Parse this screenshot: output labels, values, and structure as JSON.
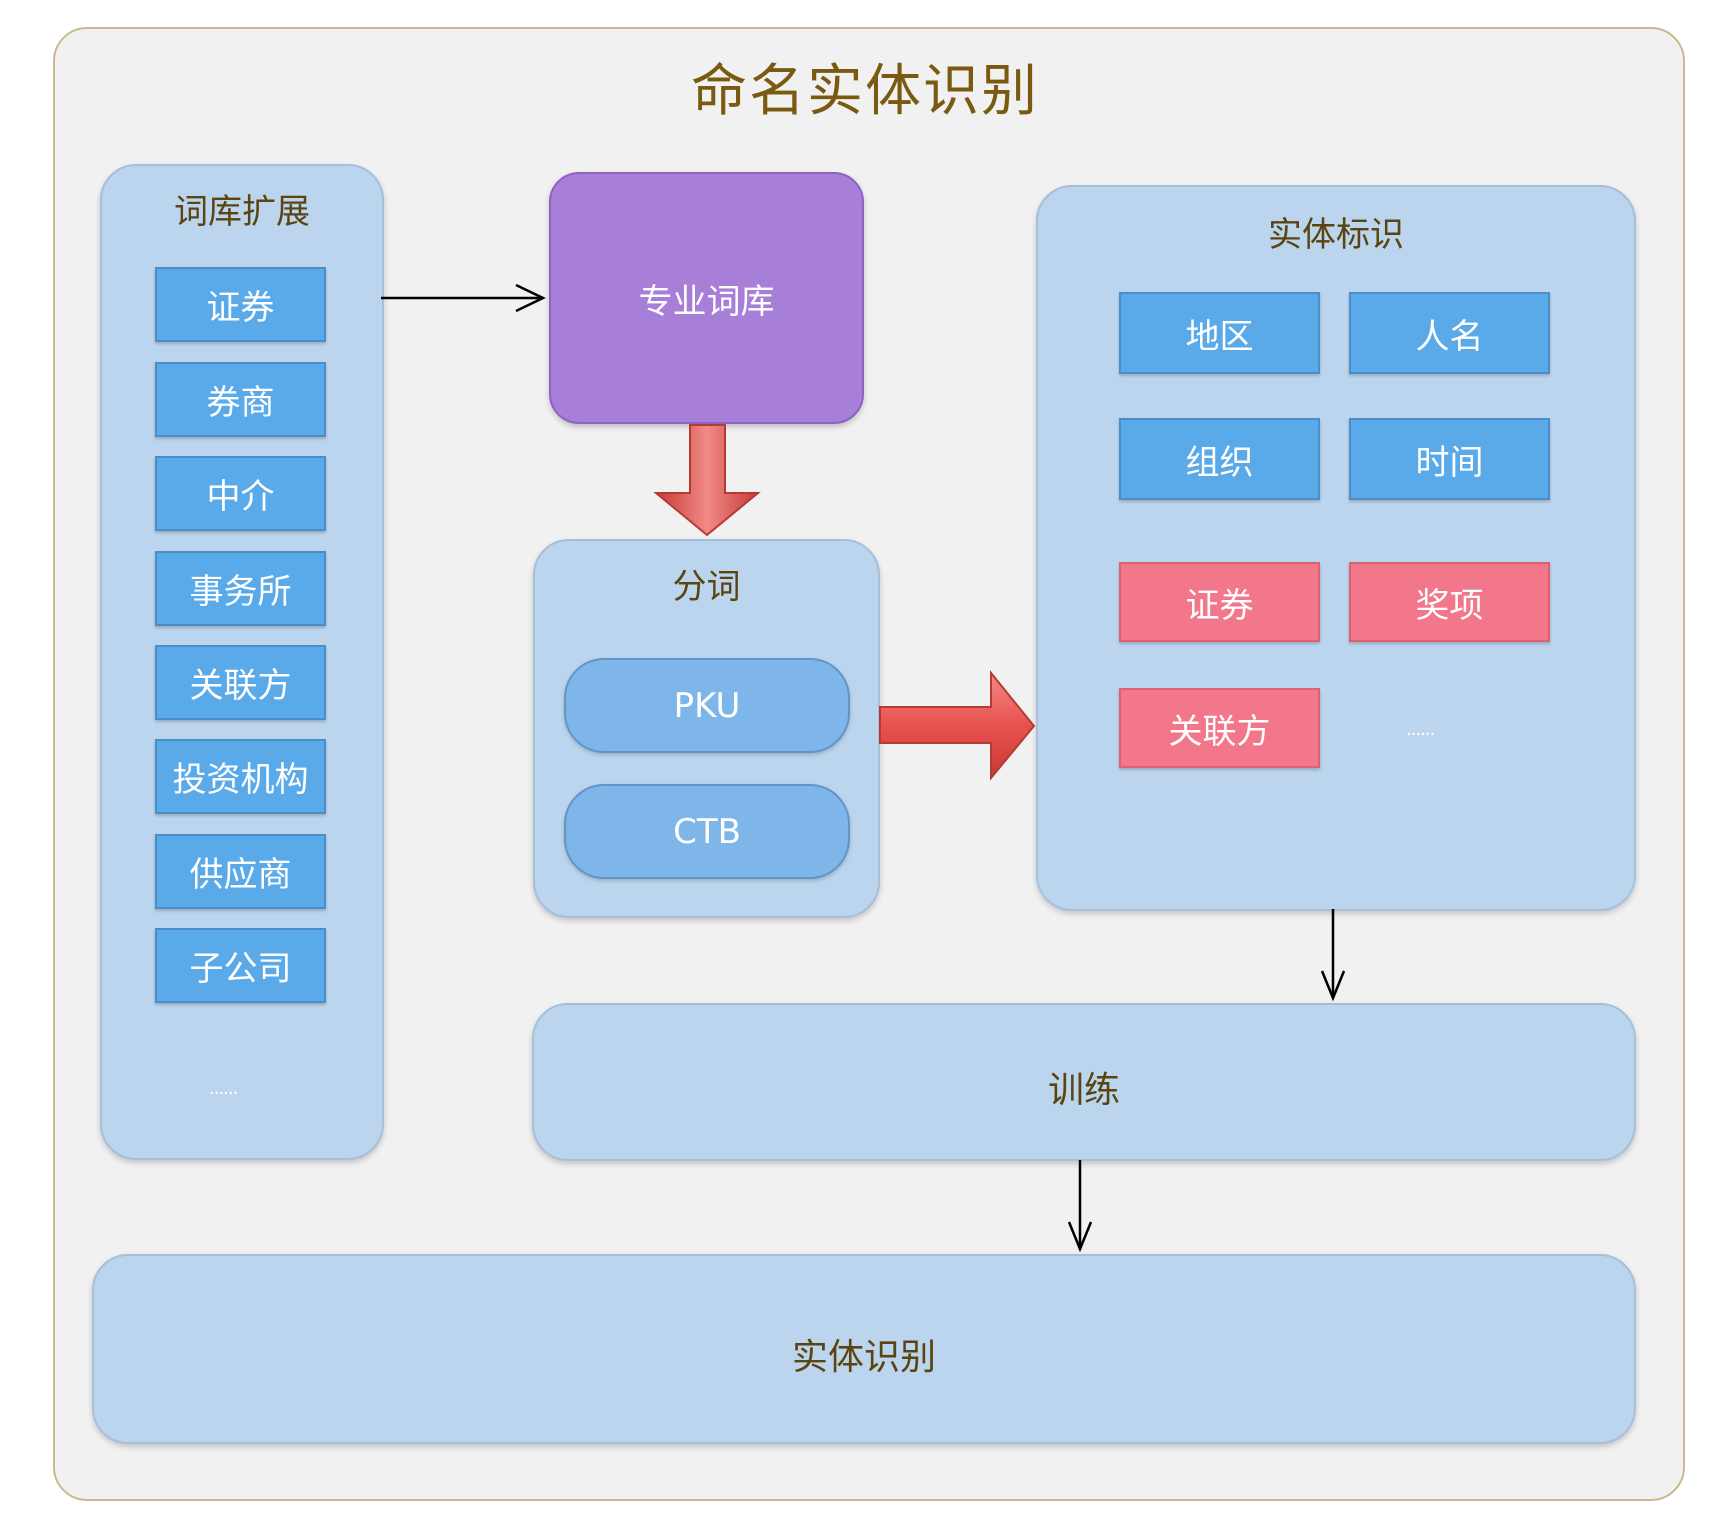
{
  "title": "命名实体识别",
  "lexicon_expansion": {
    "title": "词库扩展",
    "items": [
      "证券",
      "券商",
      "中介",
      "事务所",
      "关联方",
      "投资机构",
      "供应商",
      "子公司"
    ],
    "ellipsis": "......"
  },
  "professional_lexicon": {
    "label": "专业词库"
  },
  "segmentation": {
    "title": "分词",
    "items": [
      "PKU",
      "CTB"
    ]
  },
  "entity_tagging": {
    "title": "实体标识",
    "blue_items": [
      "地区",
      "人名",
      "组织",
      "时间"
    ],
    "pink_items": [
      "证券",
      "奖项",
      "关联方"
    ],
    "ellipsis": "......"
  },
  "training": {
    "label": "训练"
  },
  "entity_recognition": {
    "label": "实体识别"
  },
  "colors": {
    "blue_box": "#5aaae9",
    "pink_box": "#f2778a",
    "purple_box": "#a77ed8",
    "panel": "#bcd5ee",
    "title_text": "#7a5a10",
    "red_arrow": "#e8514f"
  }
}
